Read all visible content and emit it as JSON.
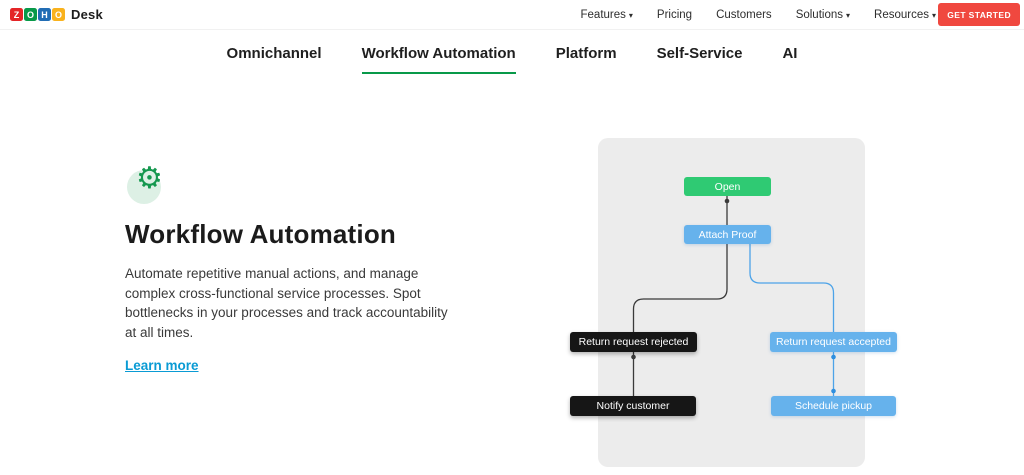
{
  "header": {
    "logo": {
      "letters": [
        "Z",
        "O",
        "H",
        "O"
      ],
      "product": "Desk"
    },
    "nav": [
      {
        "label": "Features",
        "has_dropdown": true
      },
      {
        "label": "Pricing",
        "has_dropdown": false
      },
      {
        "label": "Customers",
        "has_dropdown": false
      },
      {
        "label": "Solutions",
        "has_dropdown": true
      },
      {
        "label": "Resources",
        "has_dropdown": true
      }
    ],
    "cta_label": "GET STARTED"
  },
  "subnav": {
    "items": [
      {
        "label": "Omnichannel",
        "active": false
      },
      {
        "label": "Workflow Automation",
        "active": true
      },
      {
        "label": "Platform",
        "active": false
      },
      {
        "label": "Self-Service",
        "active": false
      },
      {
        "label": "AI",
        "active": false
      }
    ]
  },
  "content": {
    "icon": "gear-icon",
    "title": "Workflow Automation",
    "description": "Automate repetitive manual actions, and manage complex cross-functional service processes. Spot bottlenecks in your processes and track accountability at all times.",
    "link_label": "Learn more"
  },
  "flowchart": {
    "nodes": [
      {
        "label": "Open",
        "style": "green"
      },
      {
        "label": "Attach Proof",
        "style": "blue"
      },
      {
        "label": "Return request rejected",
        "style": "black"
      },
      {
        "label": "Return request accepted",
        "style": "blue"
      },
      {
        "label": "Notify customer",
        "style": "black"
      },
      {
        "label": "Schedule pickup",
        "style": "blue"
      }
    ]
  },
  "colors": {
    "cta_red": "#f0483f",
    "active_tab_green": "#089949",
    "node_green": "#2fca73",
    "node_blue": "#66b2ec",
    "node_black": "#161616",
    "link_blue": "#0a9bd4",
    "panel_gray": "#ececec"
  }
}
